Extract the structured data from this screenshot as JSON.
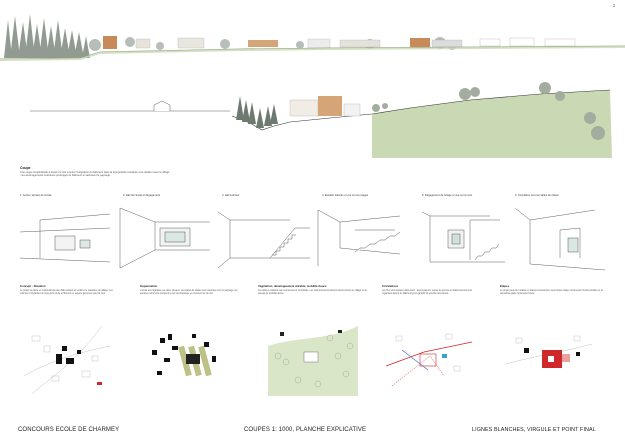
{
  "sheet_number": "2",
  "section_caption": {
    "title": "Coupe",
    "body": "Une coupe longitudinale à travers le site montre l'intégration du bâtiment dans la topographie existante et la relation avec le village ; les aménagements extérieurs prolongent le bâtiment et valorisent le paysage."
  },
  "perspective_labels": [
    "1. Accès / arrivée de l'école",
    "2. Hall de l'école et dégagement",
    "3. Hall intérieur",
    "4. Escalier d'accès et vue sur les étages",
    "5. Dégagement de l'étage et vue sur la cour",
    "6. Circulation vers les salles de classe"
  ],
  "concept_panels": [
    {
      "title": "Concept - Situation",
      "text": "Le projet se place en continuité du tissu bâti existant et renforce le caractère du village. Les volumes s'implantent le long de la route et libèrent un espace généreux pour la cour."
    },
    {
      "title": "Organisation",
      "text": "L'école est organisée sur deux niveaux. Les salles de classe sont orientées vers le paysage, les espaces communs occupent le rez-de-chaussée et s'ouvrent sur la cour."
    },
    {
      "title": "Végétation, développement durable, mobilité douce",
      "text": "Les arbres existants sont conservés et complétés. Les cheminements piétons relient l'école au village et au réseau de mobilité douce."
    },
    {
      "title": "Circulations",
      "text": "Les flux sont séparés clairement : accès piétons, accès de service et stationnement sont organisés autour du bâtiment pour garantir la sécurité des élèves."
    },
    {
      "title": "Étapes",
      "text": "Le projet peut être réalisé en étapes successives, la première étape comprenant l'école primaire et la deuxième étape l'extension future."
    }
  ],
  "footer": {
    "left": "CONCOURS ECOLE DE CHARMEY",
    "center": "COUPES 1: 1000, PLANCHE EXPLICATIVE",
    "right": "LIGNES BLANCHES, VIRGULE ET POINT FINAL"
  },
  "colors": {
    "tree": "#6e7a70",
    "grass": "#c9d9b4",
    "wood": "#c99663",
    "plan_red": "#d0282a",
    "plan_green": "#8aa86a",
    "plan_olive": "#b8ba7a"
  }
}
